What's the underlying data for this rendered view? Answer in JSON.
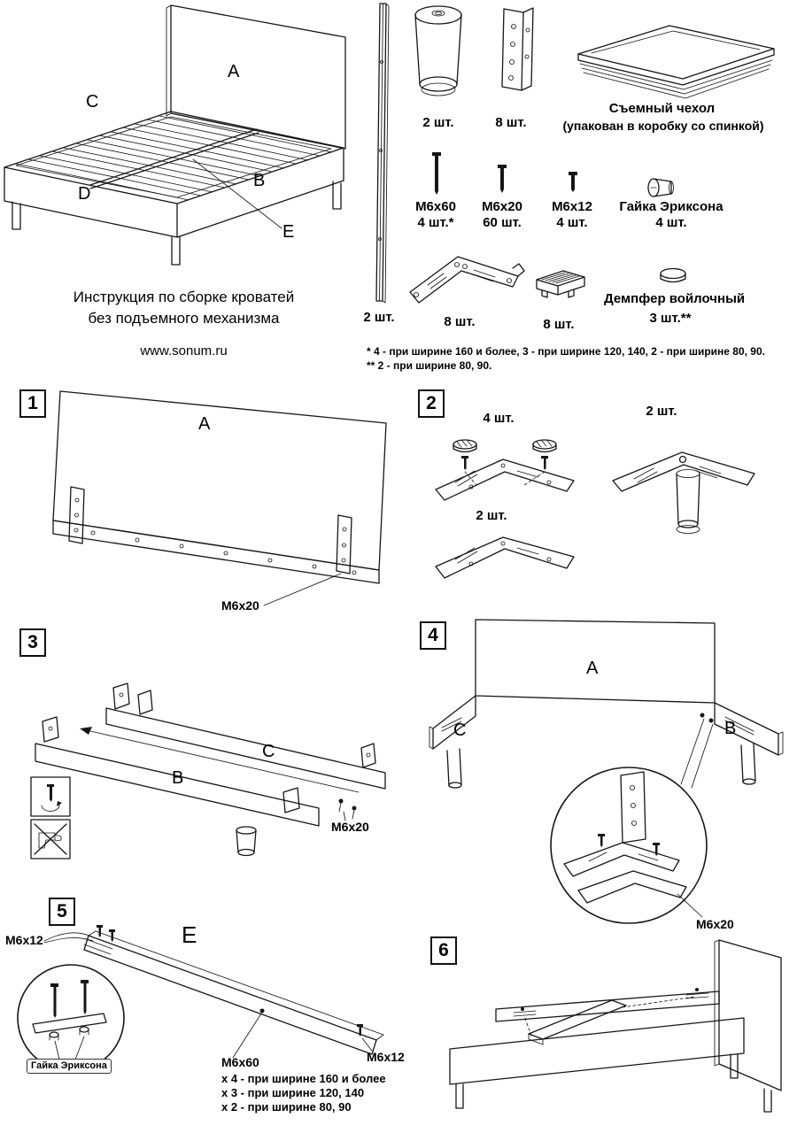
{
  "doc": {
    "title_line1": "Инструкция по сборке кроватей",
    "title_line2": "без подъемного механизма",
    "website": "www.sonum.ru"
  },
  "overview": {
    "label_a": "A",
    "label_b": "B",
    "label_c": "C",
    "label_d": "D",
    "label_e": "E"
  },
  "parts": {
    "side_strip_qty": "2 шт.",
    "leg_qty": "2 шт.",
    "corner_bracket_qty": "8 шт.",
    "cover_title": "Съемный чехол",
    "cover_note": "(упакован в коробку со спинкой)",
    "bolt_m6x60": {
      "name": "М6х60",
      "qty": "4 шт.*"
    },
    "bolt_m6x20": {
      "name": "М6х20",
      "qty": "60 шт."
    },
    "bolt_m6x12": {
      "name": "М6х12",
      "qty": "4 шт."
    },
    "erikson_nut": {
      "name": "Гайка Эриксона",
      "qty": "4 шт."
    },
    "flat_bracket_qty": "8 шт.",
    "slat_support_qty": "8 шт.",
    "felt_damper": {
      "name": "Демпфер войлочный",
      "qty": "3 шт.**"
    },
    "footnote1": "* 4 - при ширине 160 и более, 3 - при ширине 120, 140, 2 - при ширине 80, 90.",
    "footnote2": "** 2 - при ширине 80, 90."
  },
  "step1": {
    "num": "1",
    "label_a": "A",
    "bolt": "М6х20"
  },
  "step2": {
    "num": "2",
    "qty_top": "4 шт.",
    "qty_right": "2 шт.",
    "qty_bottom": "2 шт."
  },
  "step3": {
    "num": "3",
    "label_b": "B",
    "label_c": "C",
    "bolt": "М6х20"
  },
  "step4": {
    "num": "4",
    "label_a": "A",
    "label_b": "B",
    "label_c": "C",
    "bolt": "М6х20"
  },
  "step5": {
    "num": "5",
    "label_e": "E",
    "bolt_left": "М6х12",
    "bolt_right": "М6х12",
    "nut_label": "Гайка Эриксона",
    "bolt_center": "М6х60",
    "center_note1": "x 4 - при ширине 160 и более",
    "center_note2": "x 3 - при ширине 120, 140",
    "center_note3": "x 2 - при ширине 80, 90"
  },
  "step6": {
    "num": "6"
  }
}
